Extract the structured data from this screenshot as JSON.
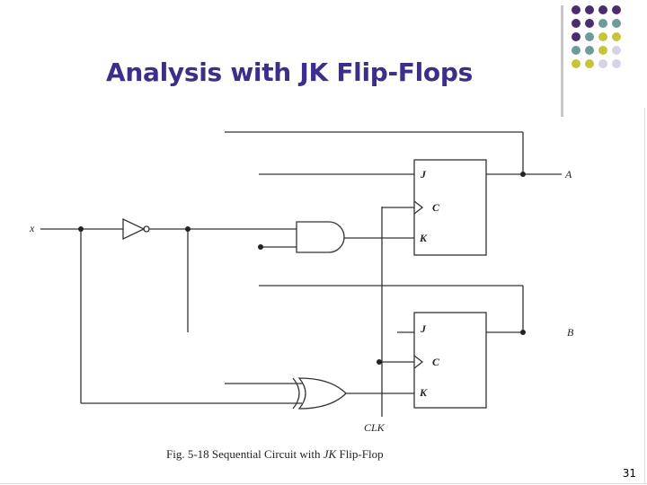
{
  "slide": {
    "title": "Analysis with JK Flip-Flops",
    "page_number": "31"
  },
  "decoration": {
    "colors": {
      "purple": "#4a2d6e",
      "teal": "#6f9a9a",
      "olive": "#c8c43a",
      "lavender": "#d6d3e6"
    },
    "dot_rows": [
      [
        "purple",
        "purple",
        "purple",
        "purple"
      ],
      [
        "purple",
        "purple",
        "teal",
        "teal"
      ],
      [
        "purple",
        "teal",
        "olive",
        "olive"
      ],
      [
        "teal",
        "teal",
        "olive",
        "lavender"
      ],
      [
        "olive",
        "olive",
        "lavender",
        "lavender"
      ]
    ]
  },
  "circuit": {
    "labels": {
      "input_x": "x",
      "output_a": "A",
      "output_b": "B",
      "clock": "CLK",
      "ff1_j": "J",
      "ff1_c": "C",
      "ff1_k": "K",
      "ff2_j": "J",
      "ff2_c": "C",
      "ff2_k": "K"
    },
    "caption_prefix": "Fig. 5-18  Sequential Circuit with ",
    "caption_em": "JK",
    "caption_suffix": " Flip-Flop"
  }
}
